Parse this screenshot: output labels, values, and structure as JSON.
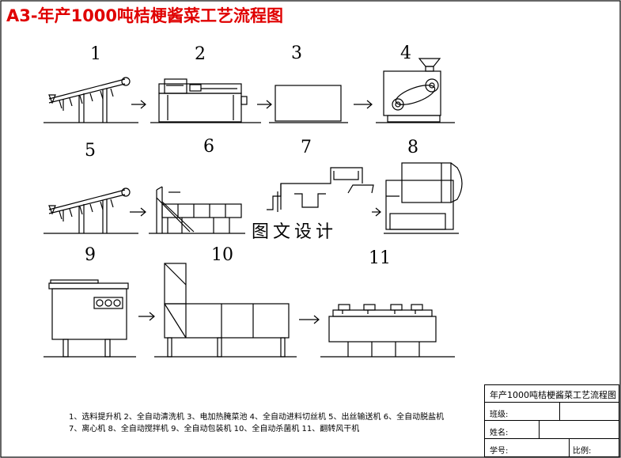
{
  "title": "A3-年产1000吨桔梗酱菜工艺流程图",
  "machines": [
    "1",
    "2",
    "3",
    "4",
    "5",
    "6",
    "7",
    "8",
    "9",
    "10",
    "11"
  ],
  "watermark": "图文设计",
  "legend": "1、选料提升机    2、全自动清洗机     3、电加热腌菜池     4、全自动进料切丝机     5、出丝输送机     6、全自动脱盐机     7、离心机      8、全自动搅拌机     9、全自动包装机     10、全自动杀菌机     11、翻转风干机",
  "title_block": {
    "name": "年产1000吨桔梗酱菜工艺流程图",
    "class_label": "班级:",
    "name_label": "姓名:",
    "id_label": "学号:",
    "scale_label": "比例:"
  }
}
